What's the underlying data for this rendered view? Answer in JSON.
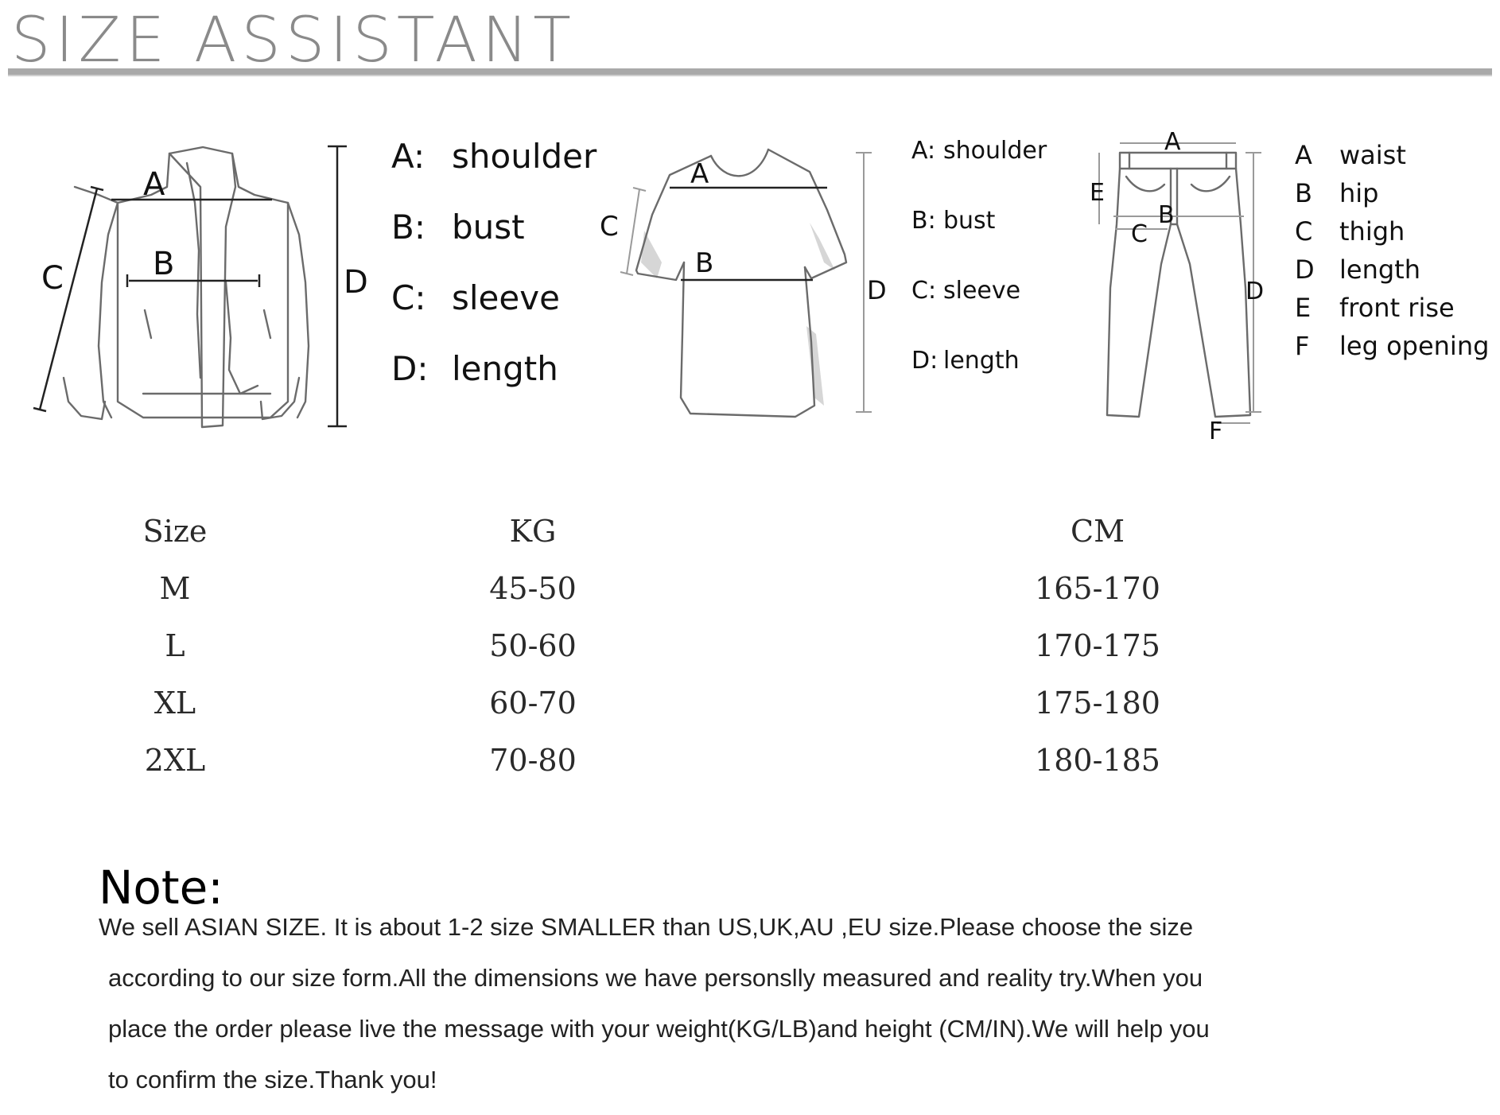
{
  "title": "SIZE ASSISTANT",
  "jacket": {
    "diagram_labels": {
      "a": "A",
      "b": "B",
      "c": "C",
      "d": "D"
    },
    "legend": [
      {
        "key": "A:",
        "label": "shoulder"
      },
      {
        "key": "B:",
        "label": "bust"
      },
      {
        "key": "C:",
        "label": "sleeve"
      },
      {
        "key": "D:",
        "label": "length"
      }
    ]
  },
  "tshirt": {
    "diagram_labels": {
      "a": "A",
      "b": "B",
      "c": "C",
      "d": "D"
    },
    "legend": [
      {
        "key": "A:",
        "label": "shoulder"
      },
      {
        "key": "B:",
        "label": "bust"
      },
      {
        "key": "C:",
        "label": "sleeve"
      },
      {
        "key": "D:",
        "label": "length"
      }
    ]
  },
  "pants": {
    "diagram_labels": {
      "a": "A",
      "b": "B",
      "c": "C",
      "d": "D",
      "e": "E",
      "f": "F"
    },
    "legend": [
      {
        "key": "A",
        "label": "waist"
      },
      {
        "key": "B",
        "label": "hip"
      },
      {
        "key": "C",
        "label": "thigh"
      },
      {
        "key": "D",
        "label": "length"
      },
      {
        "key": "E",
        "label": "front rise"
      },
      {
        "key": "F",
        "label": "leg opening"
      }
    ]
  },
  "size_table": {
    "headers": [
      "Size",
      "KG",
      "CM"
    ],
    "rows": [
      [
        "M",
        "45-50",
        "165-170"
      ],
      [
        "L",
        "50-60",
        "170-175"
      ],
      [
        "XL",
        "60-70",
        "175-180"
      ],
      [
        "2XL",
        "70-80",
        "180-185"
      ]
    ]
  },
  "note": {
    "heading": "Note:",
    "lines": [
      "We sell ASIAN SIZE. It is about 1-2 size SMALLER than US,UK,AU ,EU size.Please choose the size",
      "according to our size form.All the dimensions we have personslly measured and reality try.When you",
      "place the order please live the message with your weight(KG/LB)and height (CM/IN).We will help you",
      "to confirm the size.Thank you!"
    ]
  }
}
